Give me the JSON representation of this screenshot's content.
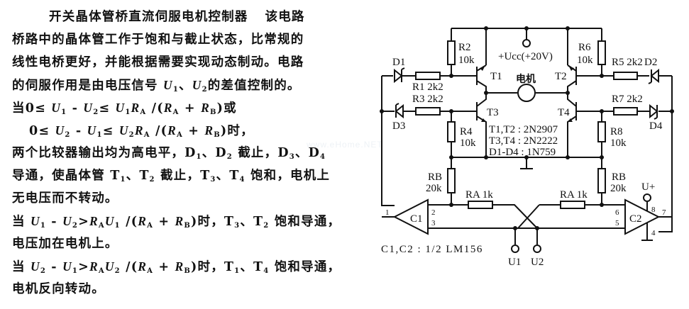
{
  "article": {
    "title": "开关晶体管桥直流伺服电机控制器",
    "lines": [
      {
        "id": "l1",
        "text": "该电路"
      },
      {
        "id": "l2",
        "text": "桥路中的晶体管工作于饱和与截止状态，比常规的"
      },
      {
        "id": "l3",
        "text": "线性电桥更好，并能根据需要实现动态制动。电路"
      },
      {
        "id": "l4a",
        "text": "的伺服作用是由电压信号"
      },
      {
        "id": "l4b",
        "text": "的差值控制的。"
      },
      {
        "id": "l5a",
        "text": "当"
      },
      {
        "id": "l5b",
        "text": "或"
      },
      {
        "id": "l6b",
        "text": "时，"
      },
      {
        "id": "l7a",
        "text": "两个比较器输出均为高电平，"
      },
      {
        "id": "l7b",
        "text": "截止，"
      },
      {
        "id": "l8a",
        "text": "导通，使晶体管"
      },
      {
        "id": "l8b",
        "text": "截止，"
      },
      {
        "id": "l8c",
        "text": "饱和，电机上"
      },
      {
        "id": "l9",
        "text": "无电压而不转动。"
      },
      {
        "id": "l10a",
        "text": "当"
      },
      {
        "id": "l10b",
        "text": "时，"
      },
      {
        "id": "l10c",
        "text": "饱和导通，"
      },
      {
        "id": "l11",
        "text": "电压加在电机上。"
      },
      {
        "id": "l12a",
        "text": "当"
      },
      {
        "id": "l12b",
        "text": "时，"
      },
      {
        "id": "l12c",
        "text": "饱和导通，"
      },
      {
        "id": "l13",
        "text": "电机反向转动。"
      }
    ],
    "symbols": {
      "U": "U",
      "R": "R",
      "D": "D",
      "T": "T",
      "s1": "1",
      "s2": "2",
      "s3": "3",
      "s4": "4",
      "sA": "A",
      "sB": "B",
      "zero": "0",
      "le": "≤",
      "minus": " - ",
      "gt": ">",
      "slash": " /(",
      "plus": " + ",
      "close": ")",
      "dun": "、"
    },
    "watermark": "www.eHome.NET"
  },
  "diagram": {
    "supply_label": "+Ucc(+20V)",
    "motor_label": "电机",
    "components": {
      "D1": "D1",
      "D2": "D2",
      "D3": "D3",
      "D4": "D4",
      "R1": "R1  2k2",
      "R3": "R3  2k2",
      "R5": "R5  2k2",
      "R7": "R7  2k2",
      "R2": "R2",
      "R2v": "10k",
      "R6": "R6",
      "R6v": "10k",
      "R4": "R4",
      "R4v": "10k",
      "R8": "R8",
      "R8v": "10k",
      "RB_left": "RB",
      "RB_left_v": "20k",
      "RB_right": "RB",
      "RB_right_v": "20k",
      "RA_left": "RA  1k",
      "RA_right": "RA  1k",
      "T1": "T1",
      "T2": "T2",
      "T3": "T3",
      "T4": "T4",
      "C1": "C1",
      "C2": "C2"
    },
    "parts_list": [
      "T1,T2 : 2N2907",
      "T3,T4 : 2N2222",
      "D1-D4 : 1N759"
    ],
    "comparator_note": "C1,C2 : 1/2 LM156",
    "pins": {
      "p1": "1",
      "p2": "2",
      "p3": "3",
      "p4": "4",
      "p5": "5",
      "p6": "6",
      "p7": "7",
      "p8": "8"
    },
    "terminals": {
      "u1": "U1",
      "u2": "U2",
      "uplus": "U+"
    }
  }
}
